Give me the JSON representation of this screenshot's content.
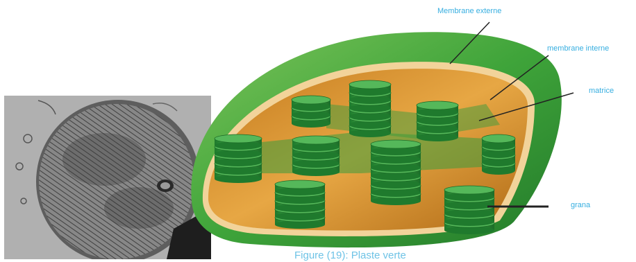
{
  "labels": {
    "membrane_externe": "Membrane externe",
    "membrane_interne": "membrane interne",
    "matrice": "matrice",
    "grana": "grana"
  },
  "caption": "Figure (19): Plaste verte",
  "colors": {
    "label": "#36aee0",
    "caption": "#6ec3e6",
    "outer_membrane": "#3fa43a",
    "inner_space": "#e4a23a",
    "thylakoid": "#2f9e3e",
    "micrograph": "#6f6f6f"
  },
  "icons": {
    "micrograph": "electron-micrograph-chloroplast",
    "diagram": "chloroplast-3d-cutaway"
  }
}
